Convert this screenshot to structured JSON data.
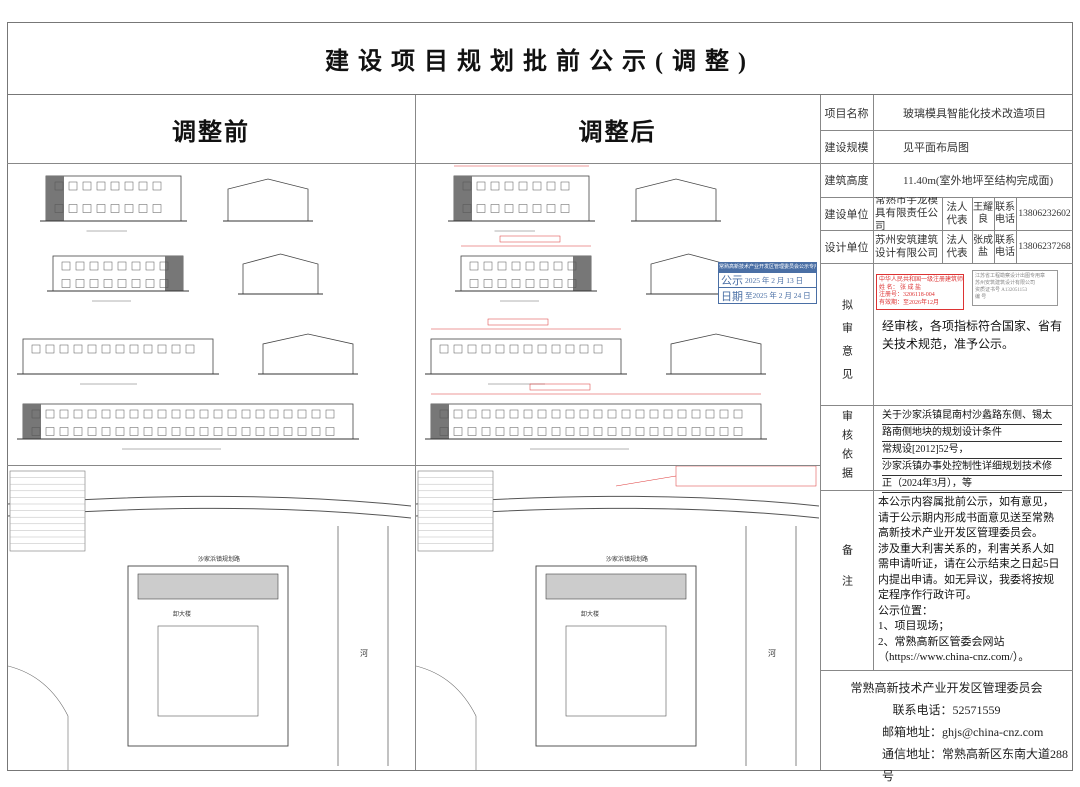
{
  "title": "建设项目规划批前公示(调整)",
  "left": {
    "before_label": "调整前",
    "after_label": "调整后"
  },
  "info": {
    "project_name_label": "项目名称",
    "project_name": "玻璃模具智能化技术改造项目",
    "scale_label": "建设规模",
    "scale": "见平面布局图",
    "height_label": "建筑高度",
    "height": "11.40m(室外地坪至结构完成面)",
    "builder_label": "建设单位",
    "builder": "常熟市宇龙模具有限责任公司",
    "builder_rep_label": "法人代表",
    "builder_rep": "王耀良",
    "builder_tel_label": "联系电话",
    "builder_tel": "13806232602",
    "designer_label": "设计单位",
    "designer": "苏州安筑建筑设计有限公司",
    "designer_rep_label": "法人代表",
    "designer_rep": "张成盐",
    "designer_tel_label": "联系电话",
    "designer_tel": "13806237268"
  },
  "opinion": {
    "label": "拟审意见",
    "text": "经审核，各项指标符合国家、省有关技术规范，准予公示。"
  },
  "stamps": {
    "red_title": "中华人民共和国一级注册建筑师",
    "red_name": "姓 名： 张 成 盐",
    "red_no": "注册号：3206118-004",
    "red_valid": "有效期：至2026年12月",
    "gray_lines": [
      "江苏省工程勘察设计出图专用章",
      "苏州安筑建筑设计有限公司",
      "资质证书号 A132051153",
      "编 号"
    ],
    "publicity_header": "常熟高新技术产业开发区管理委员会公示专用章",
    "publicity_l1": "公示",
    "publicity_l2": "日期",
    "publicity_from": "2025 年 2 月 13 日",
    "publicity_to": "至2025 年 2 月 24 日"
  },
  "basis": {
    "label": "审核依据",
    "lines": [
      "关于沙家浜镇昆南村沙蠡路东侧、锡太",
      "路南侧地块的规划设计条件",
      "常规设[2012]52号，",
      "沙家浜镇办事处控制性详细规划技术修",
      "正（2024年3月），等"
    ]
  },
  "remarks": {
    "label": "备注",
    "lines": [
      "本公示内容属批前公示，如有意见，",
      "请于公示期内形成书面意见送至常熟",
      "高新技术产业开发区管理委员会。",
      "涉及重大利害关系的，利害关系人如",
      "需申请听证，请在公示结束之日起5日",
      "内提出申请。如无异议，我委将按规",
      "定程序作行政许可。",
      "公示位置：",
      "1、项目现场；",
      "2、常熟高新区管委会网站",
      "（https://www.china-cnz.com/）。"
    ]
  },
  "footer": {
    "org": "常熟高新技术产业开发区管理委员会",
    "phone": "联系电话：52571559",
    "email": "邮箱地址：ghjs@china-cnz.com",
    "address": "通信地址：常熟高新区东南大道288号"
  },
  "plan_labels": {
    "road": "沙家浜镇规划路",
    "river": "河",
    "factory": "卸大楼"
  }
}
